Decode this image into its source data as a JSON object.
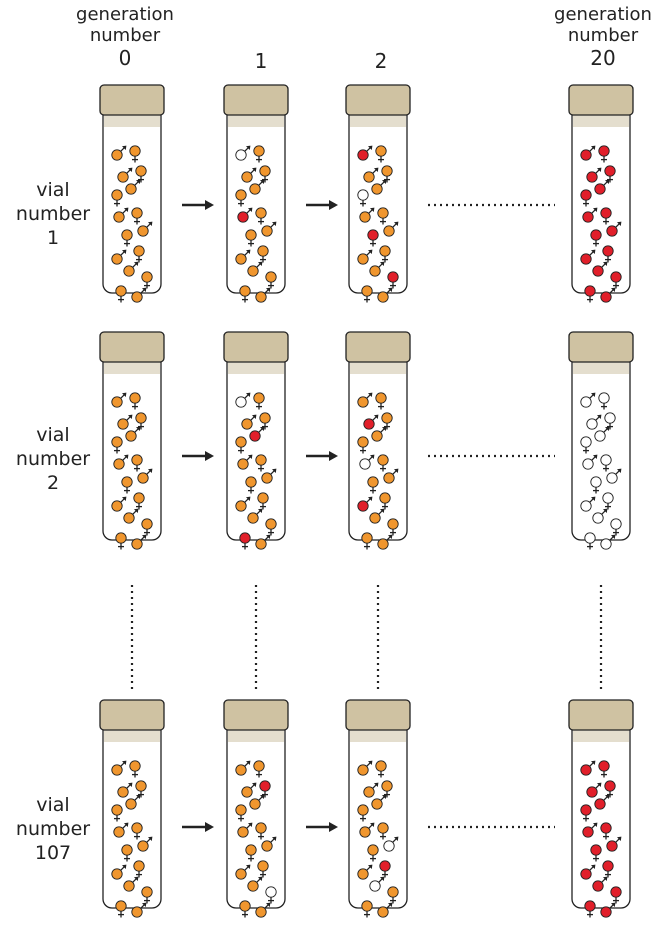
{
  "column_labels": [
    {
      "caption": "generation\nnumber",
      "value": "0"
    },
    {
      "caption": "",
      "value": "1"
    },
    {
      "caption": "",
      "value": "2"
    },
    {
      "caption": "generation\nnumber",
      "value": "20"
    }
  ],
  "row_labels": [
    {
      "caption": "vial\nnumber",
      "value": "1"
    },
    {
      "caption": "vial\nnumber",
      "value": "2"
    },
    {
      "caption": "vial\nnumber",
      "value": "107"
    }
  ],
  "colors": {
    "orange": "#F0962E",
    "red": "#E11F2A",
    "white": "#FFFFFF",
    "cap": "#CFC2A2",
    "cap_band": "#E4DECE",
    "outline": "#222222"
  },
  "vials": [
    {
      "row": 0,
      "col": 0,
      "kind": "orange",
      "minor": []
    },
    {
      "row": 0,
      "col": 1,
      "kind": "orange",
      "minor": [
        {
          "i": 0,
          "c": "white"
        },
        {
          "i": 6,
          "c": "red"
        }
      ]
    },
    {
      "row": 0,
      "col": 2,
      "kind": "orange",
      "minor": [
        {
          "i": 0,
          "c": "red"
        },
        {
          "i": 5,
          "c": "white"
        },
        {
          "i": 9,
          "c": "red"
        },
        {
          "i": 13,
          "c": "red"
        }
      ]
    },
    {
      "row": 0,
      "col": 3,
      "kind": "red",
      "minor": []
    },
    {
      "row": 1,
      "col": 0,
      "kind": "orange",
      "minor": []
    },
    {
      "row": 1,
      "col": 1,
      "kind": "orange",
      "minor": [
        {
          "i": 0,
          "c": "white"
        },
        {
          "i": 4,
          "c": "red"
        },
        {
          "i": 14,
          "c": "red"
        }
      ]
    },
    {
      "row": 1,
      "col": 2,
      "kind": "orange",
      "minor": [
        {
          "i": 3,
          "c": "red"
        },
        {
          "i": 6,
          "c": "white"
        },
        {
          "i": 11,
          "c": "red"
        }
      ]
    },
    {
      "row": 1,
      "col": 3,
      "kind": "white",
      "minor": []
    },
    {
      "row": 2,
      "col": 0,
      "kind": "orange",
      "minor": []
    },
    {
      "row": 2,
      "col": 1,
      "kind": "orange",
      "minor": [
        {
          "i": 2,
          "c": "red"
        },
        {
          "i": 13,
          "c": "white"
        }
      ]
    },
    {
      "row": 2,
      "col": 2,
      "kind": "orange",
      "minor": [
        {
          "i": 8,
          "c": "white"
        },
        {
          "i": 10,
          "c": "red"
        },
        {
          "i": 12,
          "c": "white"
        }
      ]
    },
    {
      "row": 2,
      "col": 3,
      "kind": "red",
      "minor": []
    }
  ]
}
